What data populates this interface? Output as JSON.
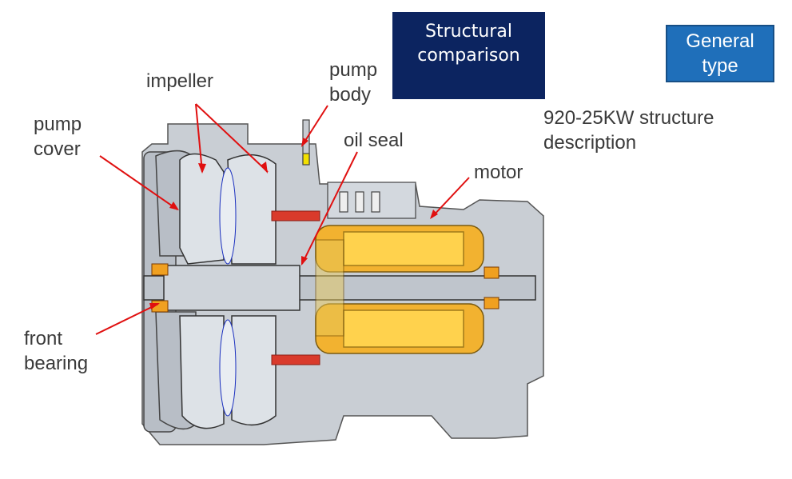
{
  "buttons": {
    "structural_comparison": "Structural\ncomparison",
    "general_type": "General\ntype"
  },
  "description": "920-25KW structure\ndescription",
  "labels": {
    "impeller": "impeller",
    "pump_body": "pump\nbody",
    "pump_cover": "pump\ncover",
    "oil_seal": "oil seal",
    "motor": "motor",
    "front_bearing": "front\nbearing"
  },
  "colors": {
    "button_dark": "#0c2460",
    "button_blue": "#1f6fba",
    "leader_lines": "#e01010",
    "housing": "#c9ced4",
    "winding": "#f2b230"
  }
}
